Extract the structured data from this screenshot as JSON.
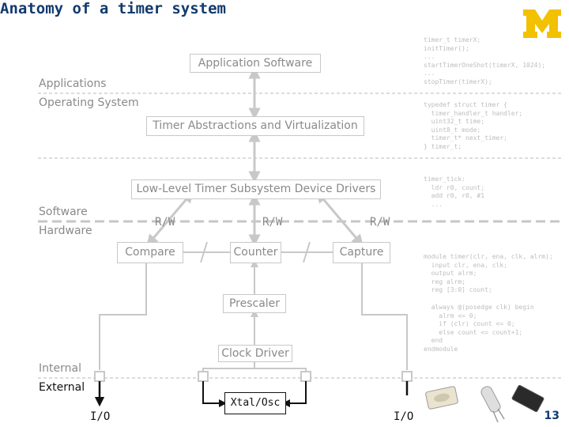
{
  "title": "Anatomy of a timer system",
  "page_number": "13",
  "layers": {
    "applications": "Applications",
    "operating_system": "Operating System",
    "software": "Software",
    "hardware": "Hardware",
    "internal": "Internal",
    "external": "External"
  },
  "boxes": {
    "application_software": "Application Software",
    "timer_abstractions": "Timer Abstractions and Virtualization",
    "low_level_drivers": "Low-Level Timer Subsystem Device Drivers",
    "compare": "Compare",
    "counter": "Counter",
    "capture": "Capture",
    "prescaler": "Prescaler",
    "clock_driver": "Clock Driver",
    "xtal_osc": "Xtal/Osc"
  },
  "rw_labels": [
    "R/W",
    "R/W",
    "R/W"
  ],
  "io_labels": [
    "I/O",
    "I/O"
  ],
  "code": {
    "app": "timer_t timerX;\ninitTimer();\n...\nstartTimerOneShot(timerX, 1024);\n...\nstopTimer(timerX);",
    "os": "typedef struct timer {\n  timer_handler_t handler;\n  uint32_t time;\n  uint8_t mode;\n  timer_t* next_timer;\n} timer_t;",
    "driver": "timer_tick:\n  ldr r0, count;\n  add r0, r0, #1\n  ...",
    "hw1": "module timer(clr, ena, clk, alrm);\n  input clr, ena, clk;\n  output alrm;\n  reg alrm;\n  reg [3:0] count;",
    "hw2": "  always @(posedge clk) begin\n    alrm <= 0;\n    if (clr) count <= 0;\n    else count <= count+1;\n  end\nendmodule"
  },
  "colors": {
    "title": "#123a6e",
    "logo": "#f2c100",
    "rule": "#b8b8b8",
    "line": "#c8c8c8"
  }
}
